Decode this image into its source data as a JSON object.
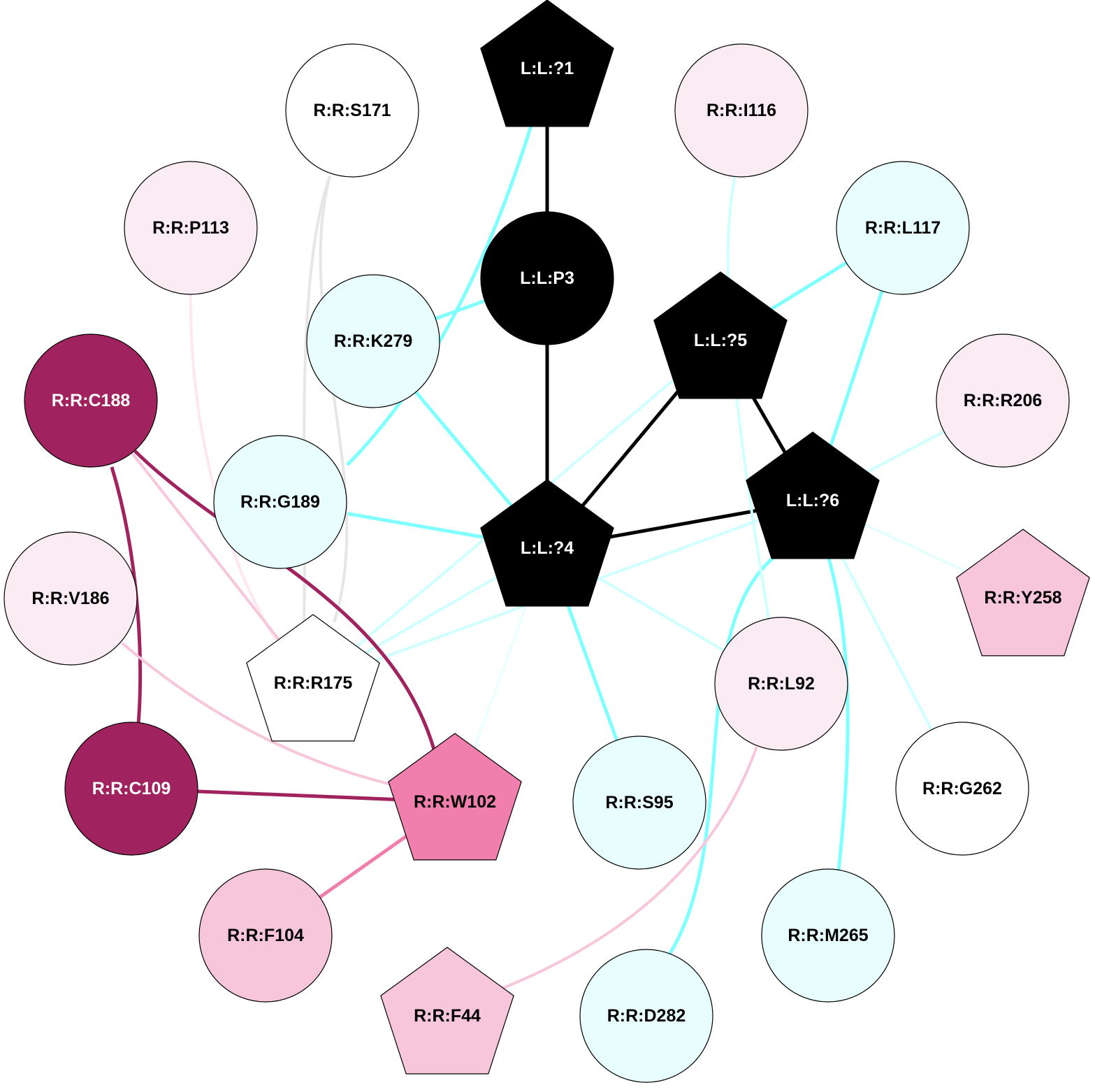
{
  "nodes": [
    {
      "id": "L1",
      "label": "L:L:?1",
      "shape": "pentagon",
      "fill": "#000000",
      "text": "#ffffff"
    },
    {
      "id": "P3",
      "label": "L:L:P3",
      "shape": "circle",
      "fill": "#000000",
      "text": "#ffffff"
    },
    {
      "id": "L4",
      "label": "L:L:?4",
      "shape": "pentagon",
      "fill": "#000000",
      "text": "#ffffff"
    },
    {
      "id": "L5",
      "label": "L:L:?5",
      "shape": "pentagon",
      "fill": "#000000",
      "text": "#ffffff"
    },
    {
      "id": "L6",
      "label": "L:L:?6",
      "shape": "pentagon",
      "fill": "#000000",
      "text": "#ffffff"
    },
    {
      "id": "S171",
      "label": "R:R:S171",
      "shape": "circle",
      "fill": "#ffffff",
      "text": "#000000"
    },
    {
      "id": "I116",
      "label": "R:R:I116",
      "shape": "circle",
      "fill": "#fbecf3",
      "text": "#000000"
    },
    {
      "id": "P113",
      "label": "R:R:P113",
      "shape": "circle",
      "fill": "#fbecf3",
      "text": "#000000"
    },
    {
      "id": "L117",
      "label": "R:R:L117",
      "shape": "circle",
      "fill": "#e8fefe",
      "text": "#000000"
    },
    {
      "id": "K279",
      "label": "R:R:K279",
      "shape": "circle",
      "fill": "#e8fefe",
      "text": "#000000"
    },
    {
      "id": "C188",
      "label": "R:R:C188",
      "shape": "circle",
      "fill": "#a0235f",
      "text": "#ffffff"
    },
    {
      "id": "R206",
      "label": "R:R:R206",
      "shape": "circle",
      "fill": "#fbecf3",
      "text": "#000000"
    },
    {
      "id": "G189",
      "label": "R:R:G189",
      "shape": "circle",
      "fill": "#e8fefe",
      "text": "#000000"
    },
    {
      "id": "V186",
      "label": "R:R:V186",
      "shape": "circle",
      "fill": "#fbecf3",
      "text": "#000000"
    },
    {
      "id": "Y258",
      "label": "R:R:Y258",
      "shape": "pentagon",
      "fill": "#f8c6db",
      "text": "#000000"
    },
    {
      "id": "R175",
      "label": "R:R:R175",
      "shape": "pentagon",
      "fill": "#ffffff",
      "text": "#000000"
    },
    {
      "id": "L92",
      "label": "R:R:L92",
      "shape": "circle",
      "fill": "#fbecf3",
      "text": "#000000"
    },
    {
      "id": "C109",
      "label": "R:R:C109",
      "shape": "circle",
      "fill": "#a0235f",
      "text": "#ffffff"
    },
    {
      "id": "W102",
      "label": "R:R:W102",
      "shape": "pentagon",
      "fill": "#f07fae",
      "text": "#000000"
    },
    {
      "id": "S95",
      "label": "R:R:S95",
      "shape": "circle",
      "fill": "#e8fefe",
      "text": "#000000"
    },
    {
      "id": "G262",
      "label": "R:R:G262",
      "shape": "circle",
      "fill": "#ffffff",
      "text": "#000000"
    },
    {
      "id": "F104",
      "label": "R:R:F104",
      "shape": "circle",
      "fill": "#f8c6db",
      "text": "#000000"
    },
    {
      "id": "M265",
      "label": "R:R:M265",
      "shape": "circle",
      "fill": "#e8fefe",
      "text": "#000000"
    },
    {
      "id": "F44",
      "label": "R:R:F44",
      "shape": "pentagon",
      "fill": "#f8c6db",
      "text": "#000000"
    },
    {
      "id": "D282",
      "label": "R:R:D282",
      "shape": "circle",
      "fill": "#e8fefe",
      "text": "#000000"
    }
  ],
  "edges": [
    {
      "source": "L1",
      "target": "P3",
      "color": "#000000"
    },
    {
      "source": "P3",
      "target": "L4",
      "color": "#000000"
    },
    {
      "source": "L5",
      "target": "L4",
      "color": "#000000"
    },
    {
      "source": "L5",
      "target": "L6",
      "color": "#000000"
    },
    {
      "source": "L4",
      "target": "L6",
      "color": "#000000"
    },
    {
      "source": "L1",
      "target": "G189",
      "color": "#80ffff"
    },
    {
      "source": "K279",
      "target": "P3",
      "color": "#80ffff"
    },
    {
      "source": "K279",
      "target": "L4",
      "color": "#80ffff"
    },
    {
      "source": "G189",
      "target": "L4",
      "color": "#80ffff"
    },
    {
      "source": "L4",
      "target": "S95",
      "color": "#80ffff"
    },
    {
      "source": "L117",
      "target": "L5",
      "color": "#80ffff"
    },
    {
      "source": "L117",
      "target": "L6",
      "color": "#80ffff"
    },
    {
      "source": "L6",
      "target": "M265",
      "color": "#80ffff"
    },
    {
      "source": "L6",
      "target": "D282",
      "color": "#80ffff"
    },
    {
      "source": "I116",
      "target": "L92",
      "color": "#d0ffff"
    },
    {
      "source": "L5",
      "target": "R175",
      "color": "#d0ffff"
    },
    {
      "source": "L4",
      "target": "R175",
      "color": "#d0ffff"
    },
    {
      "source": "L6",
      "target": "R175",
      "color": "#d0ffff"
    },
    {
      "source": "L4",
      "target": "L92",
      "color": "#d0ffff"
    },
    {
      "source": "L4",
      "target": "W102",
      "color": "#e8ffff"
    },
    {
      "source": "R206",
      "target": "L6",
      "color": "#d0ffff"
    },
    {
      "source": "L6",
      "target": "Y258",
      "color": "#e0ffff"
    },
    {
      "source": "L6",
      "target": "G262",
      "color": "#d0ffff"
    },
    {
      "source": "S171",
      "target": "R175",
      "color": "#e6e6e6"
    },
    {
      "source": "S171",
      "target": "R175b",
      "color": "#e6e6e6"
    },
    {
      "source": "P113",
      "target": "R175",
      "color": "#fde8f0"
    },
    {
      "source": "C188",
      "target": "R175",
      "color": "#f8c6db"
    },
    {
      "source": "C188",
      "target": "W102",
      "color": "#a0235f"
    },
    {
      "source": "C188",
      "target": "C109",
      "color": "#a0235f"
    },
    {
      "source": "C109",
      "target": "W102",
      "color": "#a0235f"
    },
    {
      "source": "V186",
      "target": "W102",
      "color": "#f8c6db"
    },
    {
      "source": "W102",
      "target": "F104",
      "color": "#f07fae"
    },
    {
      "source": "L92",
      "target": "F44",
      "color": "#f8c6db"
    }
  ]
}
